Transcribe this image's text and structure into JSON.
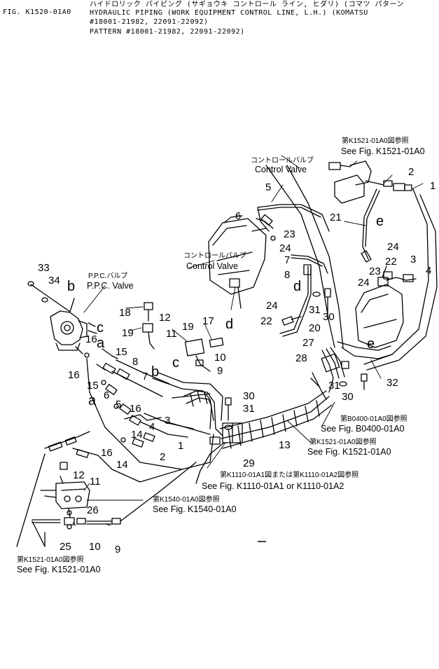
{
  "header": {
    "fig_id": "FIG. K1520-01A0",
    "line1": "ハイドロリック パイピング (サギョウキ コントロール ライン, ヒダリ) (コマツ パターン",
    "line2": "HYDRAULIC PIPING (WORK EQUIPMENT CONTROL LINE, L.H.) (KOMATSU",
    "line3": "#18001-21982, 22091-22092)",
    "line4": "PATTERN #18001-21982, 22091-22092)"
  },
  "labels": {
    "ppc_jp": "P.P.C.バルブ",
    "ppc_en": "P.P.C. Valve",
    "cv1_jp": "コントロールバルブ",
    "cv1_en": "Control Valve",
    "cv2_jp": "コントロールバルブ",
    "cv2_en": "Control Valve"
  },
  "references": {
    "r1521_top_jp": "第K1521-01A0図参照",
    "r1521_top_en": "See Fig. K1521-01A0",
    "r0400_jp": "第B0400-01A0図参照",
    "r0400_en": "See Fig. B0400-01A0",
    "r1521_mid_jp": "第K1521-01A0図参照",
    "r1521_mid_en": "See Fig. K1521-01A0",
    "r1110_jp": "第K1110-01A1図または第K1110-01A2図参照",
    "r1110_en": "See Fig. K1110-01A1 or K1110-01A2",
    "r1540_jp": "第K1540-01A0図参照",
    "r1540_en": "See Fig. K1540-01A0",
    "r1521_bot_jp": "第K1521-01A0図参照",
    "r1521_bot_en": "See Fig. K1521-01A0"
  },
  "connection_letters": {
    "b": "b",
    "c": "c",
    "a": "a",
    "d": "d",
    "e": "e"
  },
  "parts": {
    "p1": "1",
    "p2": "2",
    "p3": "3",
    "p4": "4",
    "p5": "5",
    "p6": "6",
    "p7": "7",
    "p8": "8",
    "p9": "9",
    "p10": "10",
    "p11": "11",
    "p12": "12",
    "p13": "13",
    "p14": "14",
    "p15": "15",
    "p16": "16",
    "p17": "17",
    "p18": "18",
    "p19": "19",
    "p20": "20",
    "p21": "21",
    "p22": "22",
    "p23": "23",
    "p24": "24",
    "p25": "25",
    "p26": "26",
    "p27": "27",
    "p28": "28",
    "p29": "29",
    "p30": "30",
    "p31": "31",
    "p32": "32",
    "p33": "33",
    "p34": "34"
  }
}
